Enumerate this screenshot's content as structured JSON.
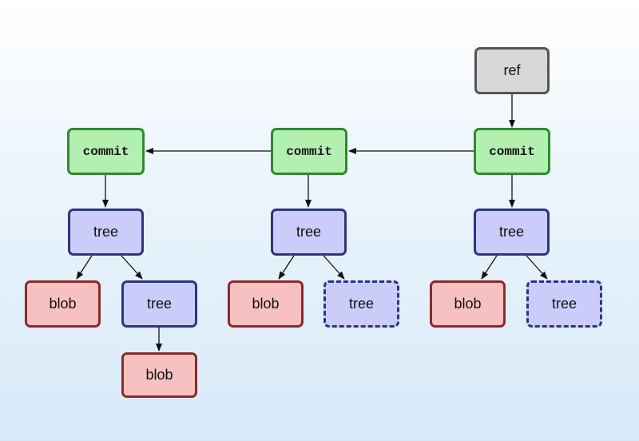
{
  "diagram": {
    "ref_label": "ref",
    "commits": [
      {
        "label": "commit"
      },
      {
        "label": "commit"
      },
      {
        "label": "commit"
      }
    ],
    "trees": [
      {
        "label": "tree"
      },
      {
        "label": "tree"
      },
      {
        "label": "tree"
      },
      {
        "label": "tree"
      },
      {
        "label": "tree"
      },
      {
        "label": "tree"
      }
    ],
    "blobs": [
      {
        "label": "blob"
      },
      {
        "label": "blob"
      },
      {
        "label": "blob"
      },
      {
        "label": "blob"
      }
    ],
    "colors": {
      "ref_fill": "#d8d8d8",
      "ref_border": "#555555",
      "commit_fill": "#b2f0b2",
      "commit_border": "#2e8a2e",
      "tree_fill": "#ccccfb",
      "tree_border": "#2c3580",
      "blob_fill": "#f7c1c1",
      "blob_border": "#8a2a2a",
      "arrow": "#111111"
    }
  }
}
